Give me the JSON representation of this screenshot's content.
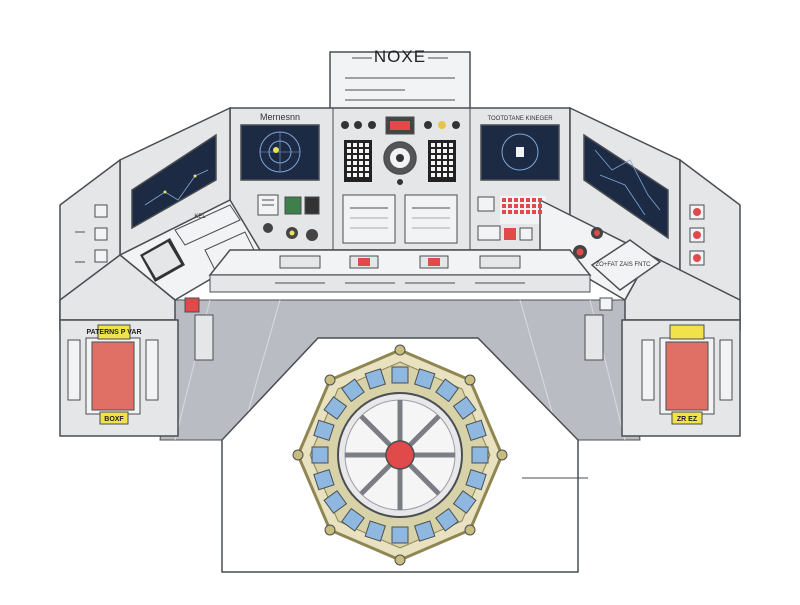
{
  "title_sign": {
    "text": "NOXE"
  },
  "left_station": {
    "label": "Mernesnn",
    "keypad_label": "KEL"
  },
  "right_station": {
    "label": "TOOTDTANE KINEGER"
  },
  "left_sticker": {
    "top": "PATERNS P VAR",
    "bottom": "BOXF"
  },
  "right_sticker": {
    "top": "",
    "bottom": "ZR EZ"
  },
  "right_console_screen": {
    "text": "ZO+FAT ZAIS FNTC"
  },
  "colors": {
    "panel": "#e4e6e8",
    "panel_light": "#f2f3f4",
    "outline": "#4a4e52",
    "screen": "#1c2a44",
    "alert_red": "#e04a4a",
    "sticker_yellow": "#f2e24a",
    "hatch_gold": "#c9bd7e",
    "hatch_blue": "#8fb8e0",
    "floor": "#b9bcc2"
  },
  "icons": [
    "noxe-sign",
    "radar-screen",
    "starmap-screen",
    "alert-light",
    "hatch-wheel",
    "keypad"
  ]
}
